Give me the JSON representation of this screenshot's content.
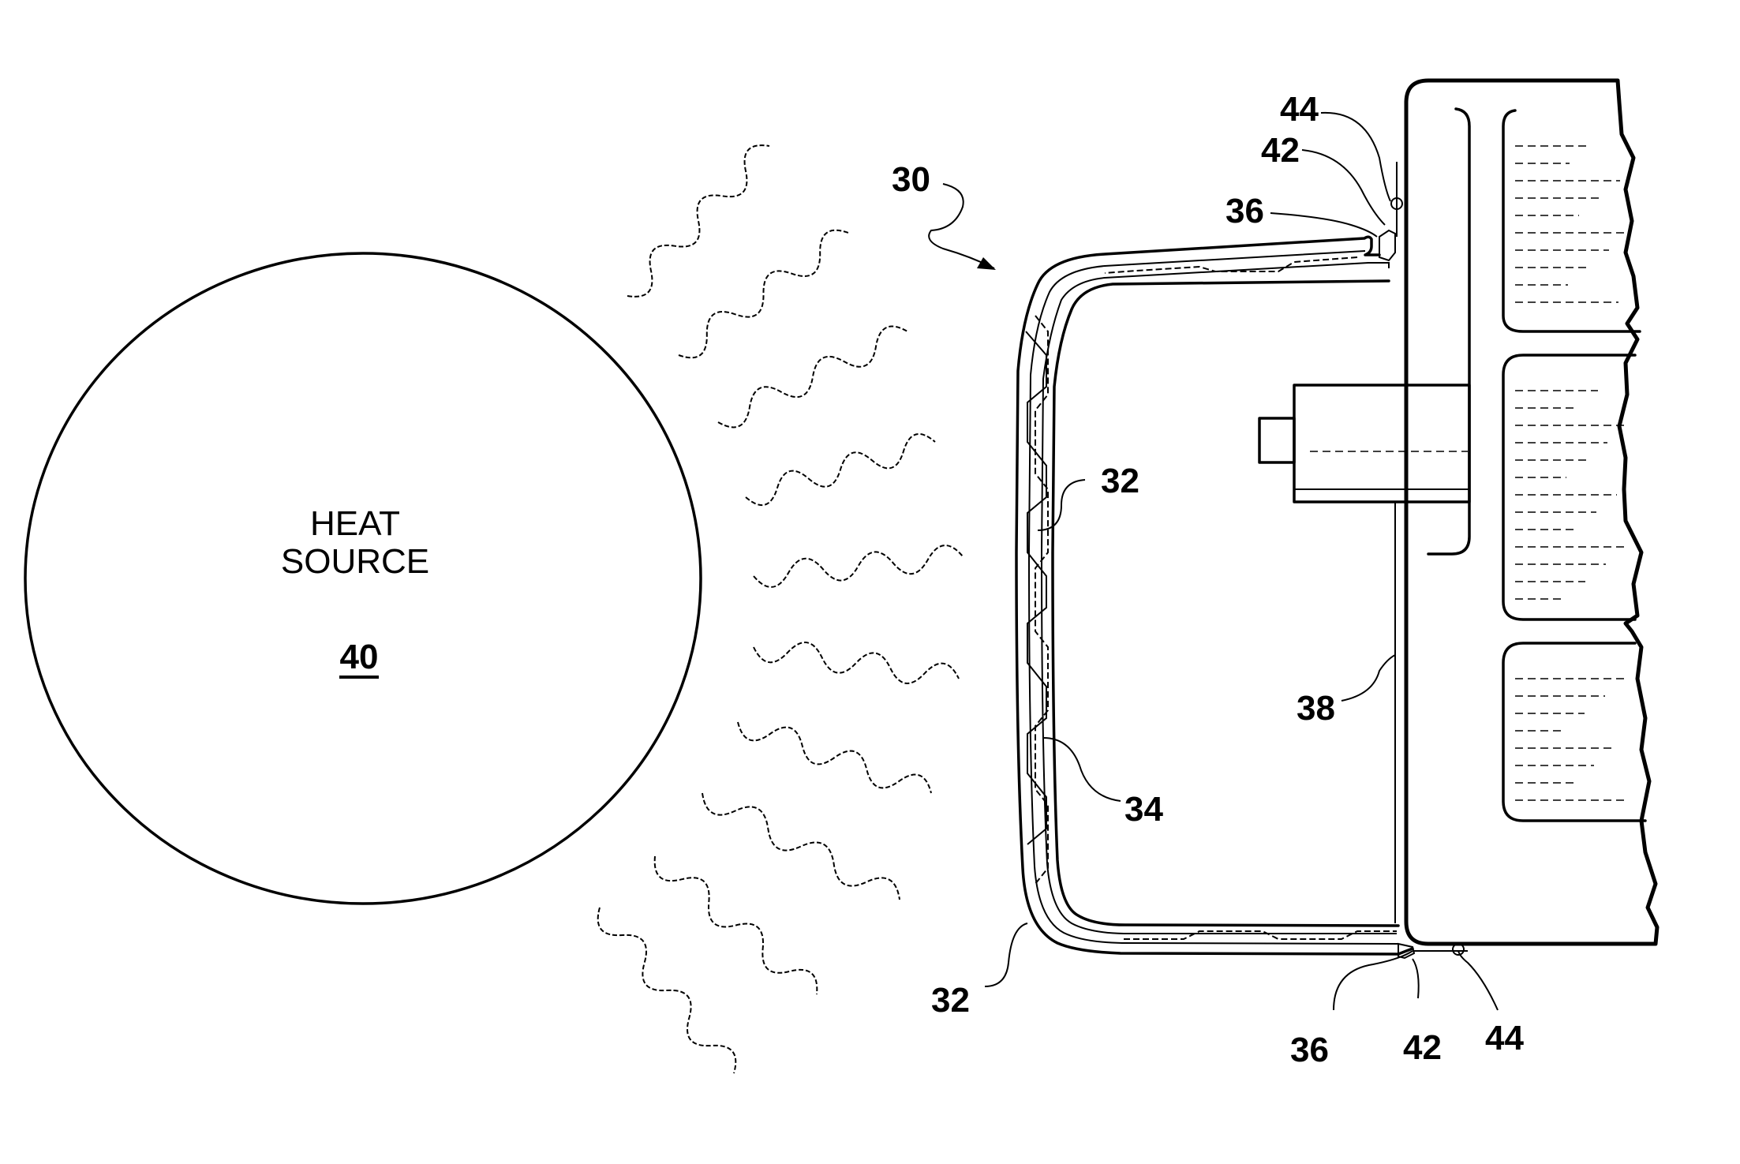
{
  "heat_source": {
    "line1": "HEAT",
    "line2": "SOURCE",
    "ref": "40"
  },
  "labels": {
    "l30": "30",
    "l32_top": "32",
    "l32_bottom": "32",
    "l34": "34",
    "l36_top": "36",
    "l36_bottom": "36",
    "l38": "38",
    "l42_top": "42",
    "l42_bottom": "42",
    "l44_top": "44",
    "l44_bottom": "44"
  }
}
